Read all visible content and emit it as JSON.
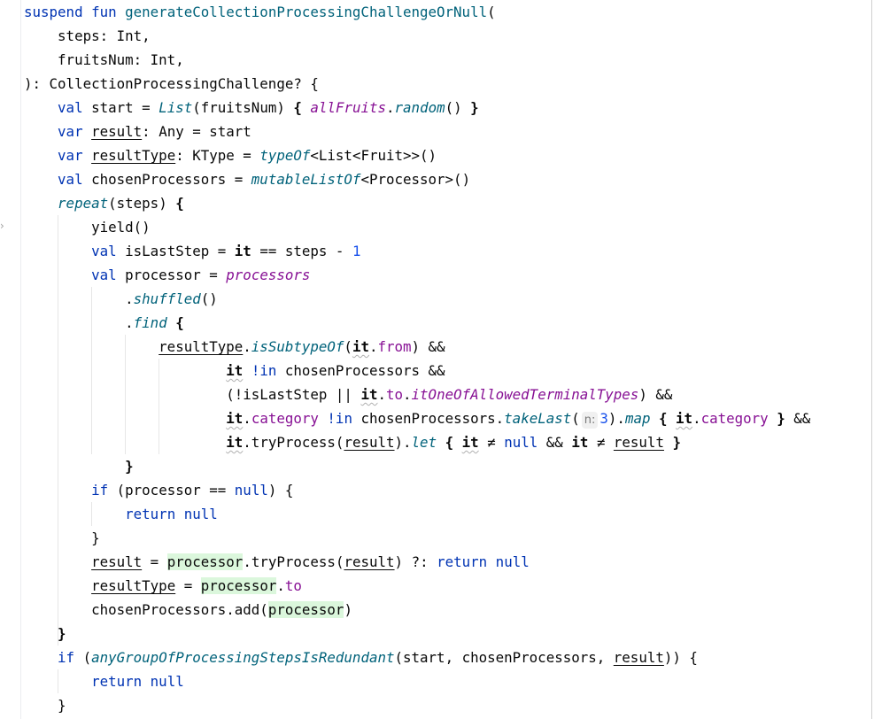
{
  "editor": {
    "lines": [
      {
        "indent": 0,
        "tokens": [
          [
            "suspend fun ",
            "kw"
          ],
          [
            "generateCollectionProcessingChallengeOrNull",
            "fnd"
          ],
          [
            "(",
            ""
          ]
        ]
      },
      {
        "indent": 4,
        "tokens": [
          [
            "steps: Int,",
            ""
          ]
        ]
      },
      {
        "indent": 4,
        "tokens": [
          [
            "fruitsNum: Int,",
            ""
          ]
        ]
      },
      {
        "indent": 0,
        "tokens": [
          [
            "): CollectionProcessingChallenge? {",
            ""
          ]
        ]
      },
      {
        "indent": 4,
        "tokens": [
          [
            "val ",
            "kw"
          ],
          [
            "start = ",
            ""
          ],
          [
            "List",
            "fn"
          ],
          [
            "(fruitsNum) ",
            ""
          ],
          [
            "{",
            "b"
          ],
          [
            " ",
            ""
          ],
          [
            "allFruits",
            "propi"
          ],
          [
            ".",
            ""
          ],
          [
            "random",
            "fn"
          ],
          [
            "() ",
            ""
          ],
          [
            "}",
            "b"
          ]
        ]
      },
      {
        "indent": 4,
        "tokens": [
          [
            "var ",
            "kw"
          ],
          [
            "result",
            "u"
          ],
          [
            ": Any = start",
            ""
          ]
        ]
      },
      {
        "indent": 4,
        "tokens": [
          [
            "var ",
            "kw"
          ],
          [
            "resultType",
            "u"
          ],
          [
            ": KType = ",
            ""
          ],
          [
            "typeOf",
            "fn"
          ],
          [
            "<List<Fruit>>()",
            ""
          ]
        ]
      },
      {
        "indent": 4,
        "tokens": [
          [
            "val ",
            "kw"
          ],
          [
            "chosenProcessors = ",
            ""
          ],
          [
            "mutableListOf",
            "fn"
          ],
          [
            "<Processor>()",
            ""
          ]
        ]
      },
      {
        "indent": 4,
        "tokens": [
          [
            "repeat",
            "fn"
          ],
          [
            "(steps) ",
            ""
          ],
          [
            "{",
            "b"
          ]
        ]
      },
      {
        "indent": 8,
        "tokens": [
          [
            "yield()",
            ""
          ]
        ]
      },
      {
        "indent": 8,
        "tokens": [
          [
            "val ",
            "kw"
          ],
          [
            "isLastStep = ",
            ""
          ],
          [
            "it",
            "b"
          ],
          [
            " == steps - ",
            ""
          ],
          [
            "1",
            "num"
          ]
        ]
      },
      {
        "indent": 8,
        "tokens": [
          [
            "val ",
            "kw"
          ],
          [
            "processor = ",
            ""
          ],
          [
            "processors",
            "propi"
          ]
        ]
      },
      {
        "indent": 12,
        "tokens": [
          [
            ".",
            ""
          ],
          [
            "shuffled",
            "fn"
          ],
          [
            "()",
            ""
          ]
        ]
      },
      {
        "indent": 12,
        "tokens": [
          [
            ".",
            ""
          ],
          [
            "find",
            "fn"
          ],
          [
            " ",
            ""
          ],
          [
            "{",
            "b"
          ]
        ]
      },
      {
        "indent": 16,
        "tokens": [
          [
            "resultType",
            "u"
          ],
          [
            ".",
            ""
          ],
          [
            "isSubtypeOf",
            "fn"
          ],
          [
            "(",
            ""
          ],
          [
            "it",
            "it"
          ],
          [
            ".",
            ""
          ],
          [
            "from",
            "prop"
          ],
          [
            ") &&",
            ""
          ]
        ]
      },
      {
        "indent": 24,
        "tokens": [
          [
            "it",
            "it"
          ],
          [
            " ",
            ""
          ],
          [
            "!in",
            "kw"
          ],
          [
            " chosenProcessors &&",
            ""
          ]
        ]
      },
      {
        "indent": 24,
        "tokens": [
          [
            "(!isLastStep || ",
            ""
          ],
          [
            "it",
            "it"
          ],
          [
            ".",
            ""
          ],
          [
            "to",
            "prop"
          ],
          [
            ".",
            ""
          ],
          [
            "itOneOfAllowedTerminalTypes",
            "propi"
          ],
          [
            ") &&",
            ""
          ]
        ]
      },
      {
        "indent": 24,
        "tokens": [
          [
            "it",
            "it"
          ],
          [
            ".",
            ""
          ],
          [
            "category",
            "prop"
          ],
          [
            " ",
            ""
          ],
          [
            "!in",
            "kw"
          ],
          [
            " chosenProcessors.",
            ""
          ],
          [
            "takeLast",
            "fn"
          ],
          [
            "(",
            ""
          ],
          [
            "n:",
            "hint"
          ],
          [
            "3",
            "num"
          ],
          [
            ").",
            ""
          ],
          [
            "map",
            "fn"
          ],
          [
            " ",
            ""
          ],
          [
            "{",
            "b"
          ],
          [
            " ",
            ""
          ],
          [
            "it",
            "it"
          ],
          [
            ".",
            ""
          ],
          [
            "category",
            "prop"
          ],
          [
            " ",
            ""
          ],
          [
            "}",
            "b"
          ],
          [
            " &&",
            ""
          ]
        ]
      },
      {
        "indent": 24,
        "tokens": [
          [
            "it",
            "it"
          ],
          [
            ".tryProcess(",
            ""
          ],
          [
            "result",
            "u"
          ],
          [
            ").",
            ""
          ],
          [
            "let",
            "fn"
          ],
          [
            " ",
            ""
          ],
          [
            "{",
            "b"
          ],
          [
            " ",
            ""
          ],
          [
            "it",
            "it"
          ],
          [
            " ≠ ",
            ""
          ],
          [
            "null",
            "kw"
          ],
          [
            " && ",
            ""
          ],
          [
            "it",
            "b"
          ],
          [
            " ≠ ",
            ""
          ],
          [
            "result",
            "u"
          ],
          [
            " ",
            ""
          ],
          [
            "}",
            "b"
          ]
        ]
      },
      {
        "indent": 12,
        "tokens": [
          [
            "}",
            "b"
          ]
        ]
      },
      {
        "indent": 8,
        "tokens": [
          [
            "if ",
            "kw"
          ],
          [
            "(processor == ",
            ""
          ],
          [
            "null",
            "kw"
          ],
          [
            ") {",
            ""
          ]
        ]
      },
      {
        "indent": 12,
        "tokens": [
          [
            "return null",
            "kw"
          ]
        ]
      },
      {
        "indent": 8,
        "tokens": [
          [
            "}",
            ""
          ]
        ]
      },
      {
        "indent": 8,
        "tokens": [
          [
            "result",
            "u"
          ],
          [
            " = ",
            ""
          ],
          [
            "processor",
            "hl"
          ],
          [
            ".tryProcess(",
            ""
          ],
          [
            "result",
            "u"
          ],
          [
            ") ?: ",
            ""
          ],
          [
            "return null",
            "kw"
          ]
        ]
      },
      {
        "indent": 8,
        "tokens": [
          [
            "resultType",
            "u"
          ],
          [
            " = ",
            ""
          ],
          [
            "processor",
            "hl"
          ],
          [
            ".",
            ""
          ],
          [
            "to",
            "prop"
          ]
        ]
      },
      {
        "indent": 8,
        "tokens": [
          [
            "chosenProcessors.add(",
            ""
          ],
          [
            "processor",
            "hl"
          ],
          [
            ")",
            ""
          ]
        ]
      },
      {
        "indent": 4,
        "tokens": [
          [
            "}",
            "b"
          ]
        ]
      },
      {
        "indent": 4,
        "tokens": [
          [
            "if ",
            "kw"
          ],
          [
            "(",
            ""
          ],
          [
            "anyGroupOfProcessingStepsIsRedundant",
            "fn"
          ],
          [
            "(start, chosenProcessors, ",
            ""
          ],
          [
            "result",
            "u"
          ],
          [
            ")) {",
            ""
          ]
        ]
      },
      {
        "indent": 8,
        "tokens": [
          [
            "return null",
            "kw"
          ]
        ]
      },
      {
        "indent": 4,
        "tokens": [
          [
            "}",
            ""
          ]
        ]
      }
    ]
  }
}
